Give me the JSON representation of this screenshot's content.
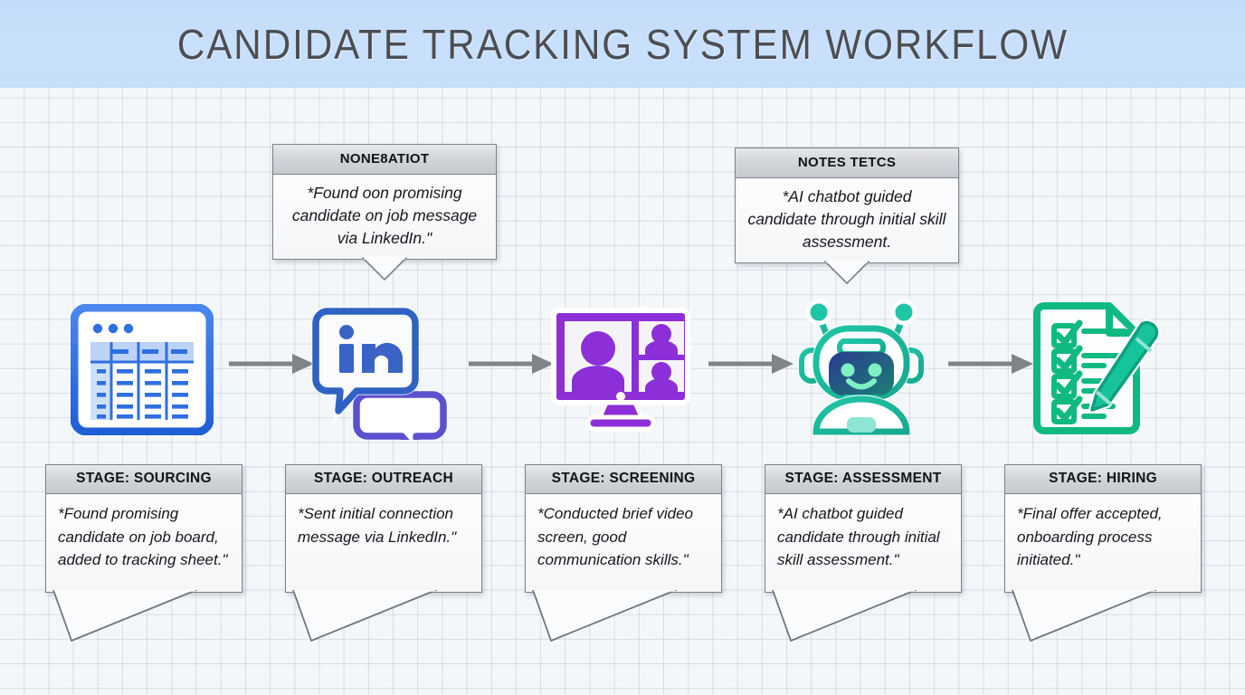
{
  "header": {
    "title": "CANDIDATE TRACKING SYSTEM WORKFLOW",
    "band_color": "#c6defa"
  },
  "theme": {
    "background": "#f4f7fa",
    "grid_line": "#96a0af",
    "arrow_color": "#7f8489",
    "box_header_bg": "#d2d5d9",
    "box_border": "#7d828a",
    "icon_blue": "#2f6fe0",
    "icon_purple": "#8c2fd9",
    "icon_teal": "#17bf9a",
    "icon_green": "#10b981"
  },
  "top_callouts": [
    {
      "id": "outreach-note",
      "title": "NONE8ATIOT",
      "body": "*Found oon promising candidate on job message via LinkedIn.\""
    },
    {
      "id": "assessment-note",
      "title": "NOTES TETCS",
      "body": "*AI chatbot guided candidate through initial skill assessment."
    }
  ],
  "stages": [
    {
      "id": "sourcing",
      "icon": "spreadsheet-icon",
      "title": "STAGE: SOURCING",
      "body": "*Found promising candidate on job board, added to tracking sheet.\""
    },
    {
      "id": "outreach",
      "icon": "linkedin-chat-icon",
      "title": "STAGE: OUTREACH",
      "body": "*Sent initial connection message via LinkedIn.\""
    },
    {
      "id": "screening",
      "icon": "video-call-icon",
      "title": "STAGE: SCREENING",
      "body": "*Conducted brief video screen, good communication skills.\""
    },
    {
      "id": "assessment",
      "icon": "chatbot-robot-icon",
      "title": "STAGE: ASSESSMENT",
      "body": "*AI chatbot guided candidate through initial skill assessment.\""
    },
    {
      "id": "hiring",
      "icon": "checklist-document-icon",
      "title": "STAGE: HIRING",
      "body": "*Final offer accepted, onboarding process initiated.\""
    }
  ],
  "arrows": [
    {
      "id": "arrow-sourcing-to-outreach"
    },
    {
      "id": "arrow-outreach-to-screening"
    },
    {
      "id": "arrow-screening-to-assessment"
    },
    {
      "id": "arrow-assessment-to-hiring"
    }
  ]
}
